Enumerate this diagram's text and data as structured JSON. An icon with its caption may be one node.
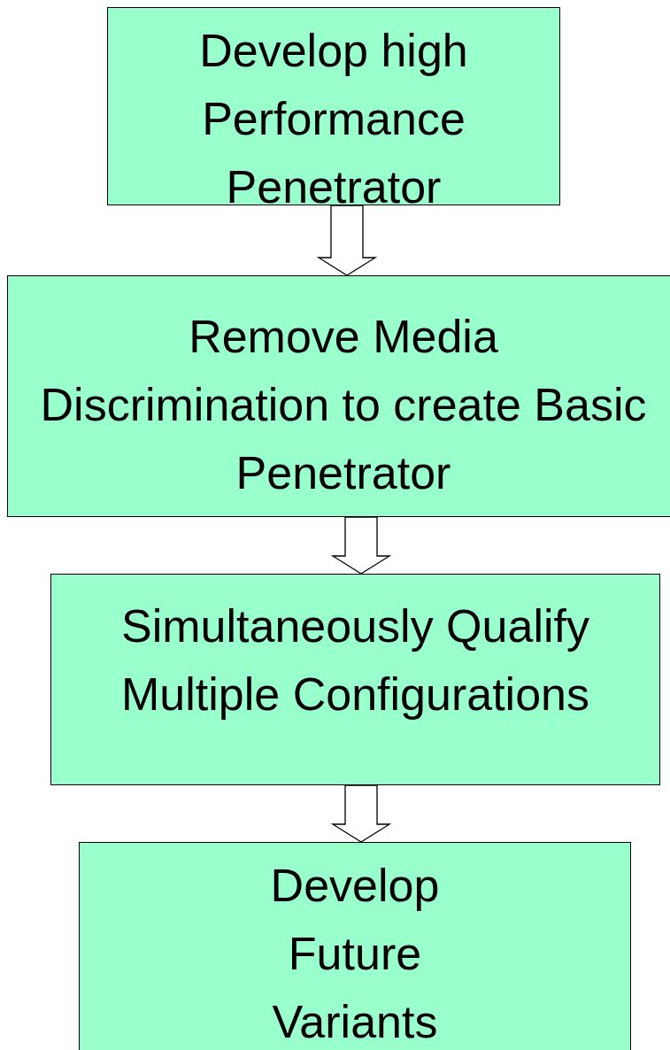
{
  "diagram": {
    "nodes": [
      {
        "text": [
          "Develop high Performance Penetrator"
        ]
      },
      {
        "text": [
          "Remove Media Discrimination to create Basic Penetrator"
        ]
      },
      {
        "text": [
          "Simultaneously Qualify Multiple Configurations"
        ]
      },
      {
        "text": [
          "Develop Future Variants"
        ]
      }
    ],
    "edges": [
      {
        "from": 0,
        "to": 1,
        "arrow": "to"
      },
      {
        "from": 1,
        "to": 2,
        "arrow": "to"
      },
      {
        "from": 2,
        "to": 3,
        "arrow": "to"
      }
    ]
  }
}
